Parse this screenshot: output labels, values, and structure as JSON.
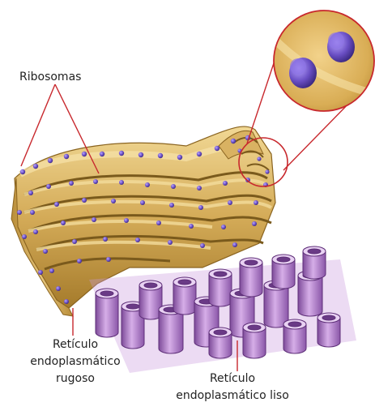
{
  "labels": {
    "ribosomas": "Ribosomas",
    "rer": [
      "Retículo",
      "endoplasmático",
      "rugoso"
    ],
    "ser": [
      "Retículo",
      "endoplasmático liso"
    ]
  },
  "colors": {
    "leader_line": "#c8282d",
    "rough_er_light": "#e8c87a",
    "rough_er_mid": "#c9a04a",
    "rough_er_dark": "#7a5a1c",
    "smooth_er_light": "#d7b0e6",
    "smooth_er_mid": "#a873c2",
    "smooth_er_dark": "#5e2f78",
    "ribosome": "#6a4fc4",
    "zoom_bg": "#d9ad55"
  }
}
